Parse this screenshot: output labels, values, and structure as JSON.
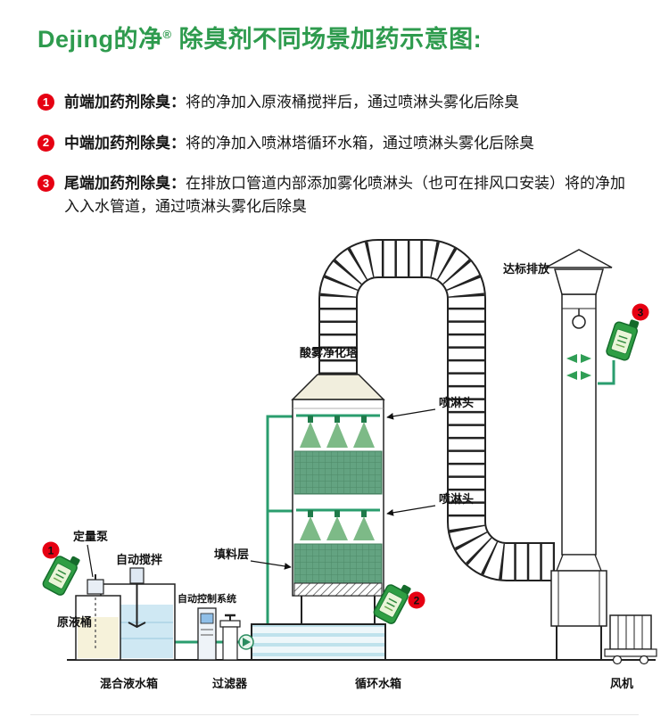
{
  "title": {
    "brand": "Dejing的净",
    "reg": "®",
    "rest": " 除臭剂不同场景加药示意图:"
  },
  "legend": {
    "items": [
      {
        "num": "1",
        "lead": "前端加药剂除臭：",
        "desc": "将的净加入原液桶搅拌后，通过喷淋头雾化后除臭"
      },
      {
        "num": "2",
        "lead": "中端加药剂除臭：",
        "desc": "将的净加入喷淋塔循环水箱，通过喷淋头雾化后除臭"
      },
      {
        "num": "3",
        "lead": "尾端加药剂除臭：",
        "desc": "在排放口管道内部添加雾化喷淋头（也可在排风口安装）将的净加入入水管道，通过喷淋头雾化后除臭"
      }
    ]
  },
  "diagram": {
    "labels": {
      "emission": "达标排放",
      "tower": "酸雾净化塔",
      "spray1": "喷淋头",
      "spray2": "喷淋头",
      "packing": "填料层",
      "pump": "定量泵",
      "stirrer": "自动搅拌",
      "barrel": "原液桶",
      "control": "自动控制系统",
      "mixing": "混合液水箱",
      "filter": "过滤器",
      "circ": "循环水箱",
      "fan": "风机"
    },
    "badges": {
      "b1": "1",
      "b2": "2",
      "b3": "3"
    }
  },
  "colors": {
    "accent_green": "#2e9b4e",
    "badge_red": "#e60012",
    "panel_green": "#63a381",
    "pipe_green": "#2a9d6e",
    "water_blue": "#bfe2ec"
  }
}
